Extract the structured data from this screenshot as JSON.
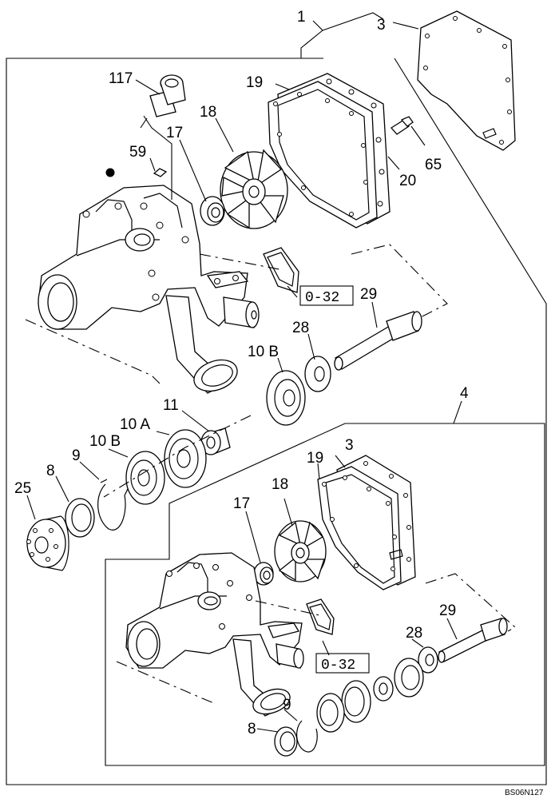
{
  "labels": {
    "l1": "1",
    "l3a": "3",
    "l117": "117",
    "l19a": "19",
    "l18a": "18",
    "l17a": "17",
    "l59": "59",
    "l65": "65",
    "l20": "20",
    "l29a": "29",
    "l28a": "28",
    "l10Ba": "10 B",
    "l11": "11",
    "l10A": "10 A",
    "l10Bb": "10 B",
    "l9a": "9",
    "l8a": "8",
    "l25": "25",
    "l4": "4",
    "l3b": "3",
    "l19b": "19",
    "l18b": "18",
    "l17b": "17",
    "l29b": "29",
    "l28b": "28",
    "l9b": "9",
    "l8b": "8"
  },
  "refs": {
    "ref_top": "0-32",
    "ref_bottom": "0-32"
  },
  "drawing_code": "BS06N127"
}
